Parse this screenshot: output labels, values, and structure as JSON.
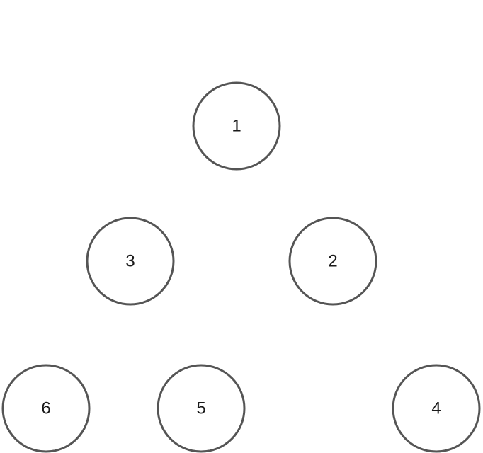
{
  "diagram": {
    "stroke_color": "#555555",
    "fill_color": "#ffffff",
    "text_color": "#1a1a1a",
    "nodes": [
      {
        "id": "node-1",
        "label": "1"
      },
      {
        "id": "node-2",
        "label": "2"
      },
      {
        "id": "node-3",
        "label": "3"
      },
      {
        "id": "node-4",
        "label": "4"
      },
      {
        "id": "node-5",
        "label": "5"
      },
      {
        "id": "node-6",
        "label": "6"
      }
    ]
  }
}
